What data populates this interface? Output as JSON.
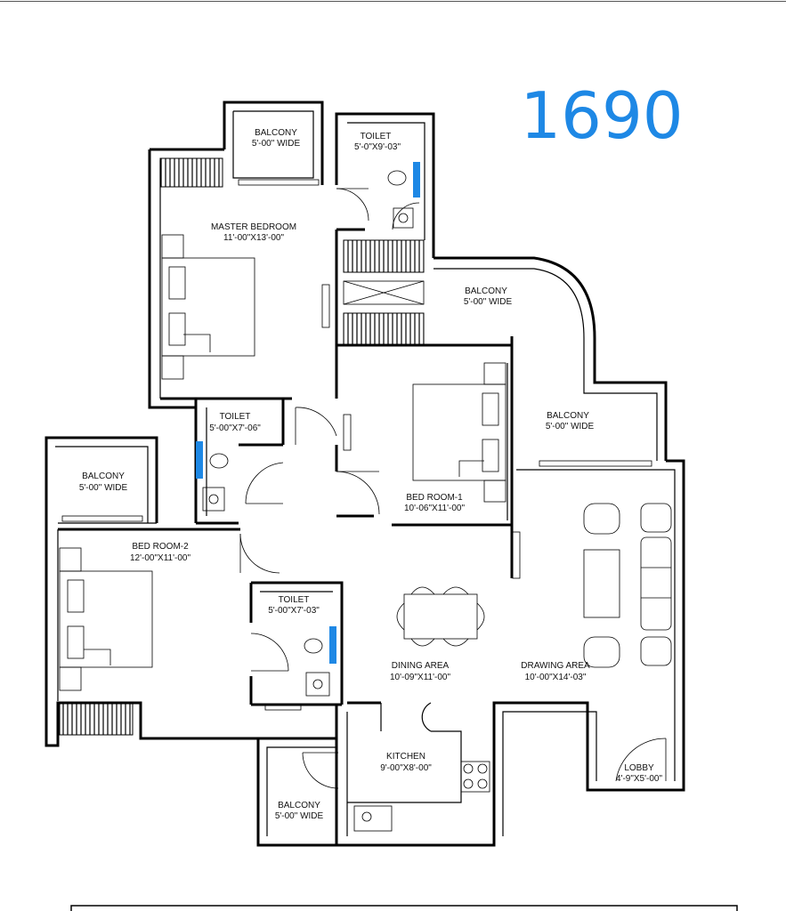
{
  "area_number": "1690",
  "colors": {
    "accent": "#1e88e5",
    "lines": "#000000",
    "background": "#ffffff"
  },
  "rooms": [
    {
      "id": "balcony-top",
      "name": "BALCONY",
      "size": "5'-00\" WIDE"
    },
    {
      "id": "toilet-top",
      "name": "TOILET",
      "size": "5'-0\"X9'-03\""
    },
    {
      "id": "master-bedroom",
      "name": "MASTER BEDROOM",
      "size": "11'-00\"X13'-00\""
    },
    {
      "id": "balcony-right-upper",
      "name": "BALCONY",
      "size": "5'-00\" WIDE"
    },
    {
      "id": "balcony-right-lower",
      "name": "BALCONY",
      "size": "5'-00\" WIDE"
    },
    {
      "id": "toilet-mid",
      "name": "TOILET",
      "size": "5'-00\"X7'-06\""
    },
    {
      "id": "balcony-left",
      "name": "BALCONY",
      "size": "5'-00\" WIDE"
    },
    {
      "id": "bedroom-1",
      "name": "BED ROOM-1",
      "size": "10'-06\"X11'-00\""
    },
    {
      "id": "bedroom-2",
      "name": "BED ROOM-2",
      "size": "12'-00\"X11'-00\""
    },
    {
      "id": "toilet-low",
      "name": "TOILET",
      "size": "5'-00\"X7'-03\""
    },
    {
      "id": "dining-area",
      "name": "DINING AREA",
      "size": "10'-09\"X11'-00\""
    },
    {
      "id": "drawing-area",
      "name": "DRAWING AREA",
      "size": "10'-00\"X14'-03\""
    },
    {
      "id": "kitchen",
      "name": "KITCHEN",
      "size": "9'-00\"X8'-00\""
    },
    {
      "id": "lobby",
      "name": "LOBBY",
      "size": "4'-9\"X5'-00\""
    },
    {
      "id": "balcony-bottom",
      "name": "BALCONY",
      "size": "5'-00\" WIDE"
    }
  ]
}
